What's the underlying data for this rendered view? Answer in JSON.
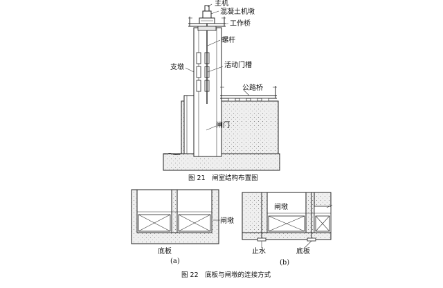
{
  "figure21": {
    "caption": "图 21　闸室结构布置图",
    "labels": {
      "host": "主机",
      "concrete_pier": "混凝土机墩",
      "work_bridge": "工作桥",
      "screw": "螺杆",
      "support_pier": "支墩",
      "movable_slot": "活动门槽",
      "road_bridge": "公路桥",
      "gate": "闸门"
    }
  },
  "figure22": {
    "caption": "图 22　底板与闸墩的连接方式",
    "panel_a": {
      "sub": "(a)",
      "base_label": "底板",
      "pier_label": "闸墩"
    },
    "panel_b": {
      "sub": "(b)",
      "pier_label": "闸墩",
      "waterstop_label": "止水",
      "base_label": "底板"
    }
  },
  "colors": {
    "line": "#222222",
    "concrete_fill": "#ececec",
    "background": "#ffffff"
  }
}
